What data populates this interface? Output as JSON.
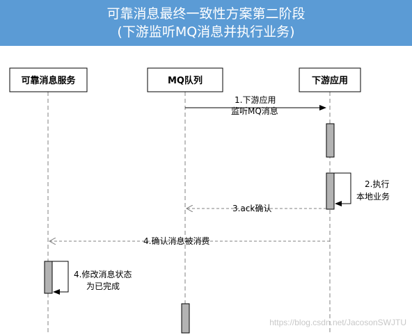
{
  "title": {
    "line1": "可靠消息最终一致性方案第二阶段",
    "line2": "(下游监听MQ消息并执行业务)"
  },
  "participants": {
    "reliable_service": "可靠消息服务",
    "mq_queue": "MQ队列",
    "downstream_app": "下游应用"
  },
  "messages": {
    "step1": [
      "1.下游应用",
      "监听MQ消息"
    ],
    "step2": [
      "2.执行",
      "本地业务"
    ],
    "step3": "3.ack确认",
    "step4a": "4.确认消息被消费",
    "step4b": [
      "4.修改消息状态",
      "为已完成"
    ]
  },
  "watermark": "https://blog.csdn.net/JacosonSWJTU",
  "colors": {
    "banner": "#5b9bd5",
    "activation_bar": "#b3b3b3",
    "lifeline": "#808080"
  }
}
